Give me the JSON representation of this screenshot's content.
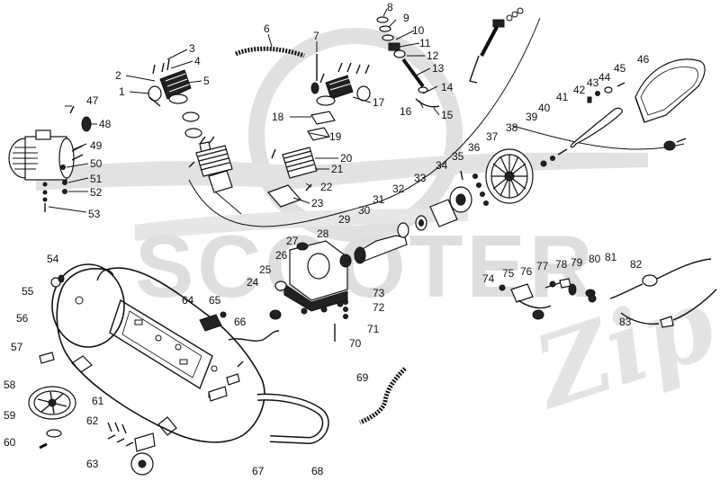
{
  "watermark": {
    "text": "SCOOTER",
    "script": "Zip",
    "color": "#d9d9d9"
  },
  "colors": {
    "ink": "#111111",
    "background": "#ffffff"
  },
  "labels": [
    "1",
    "2",
    "3",
    "4",
    "5",
    "6",
    "7",
    "8",
    "9",
    "10",
    "11",
    "12",
    "13",
    "14",
    "15",
    "16",
    "17",
    "18",
    "19",
    "20",
    "21",
    "22",
    "23",
    "24",
    "25",
    "26",
    "27",
    "28",
    "29",
    "30",
    "31",
    "32",
    "33",
    "34",
    "35",
    "36",
    "37",
    "38",
    "39",
    "40",
    "41",
    "42",
    "43",
    "44",
    "45",
    "46",
    "47",
    "48",
    "49",
    "50",
    "51",
    "52",
    "53",
    "54",
    "55",
    "56",
    "57",
    "58",
    "59",
    "60",
    "61",
    "62",
    "63",
    "64",
    "65",
    "66",
    "67",
    "68",
    "69",
    "70",
    "71",
    "72",
    "73",
    "74",
    "75",
    "76",
    "77",
    "78",
    "79",
    "80",
    "81",
    "82",
    "83"
  ]
}
